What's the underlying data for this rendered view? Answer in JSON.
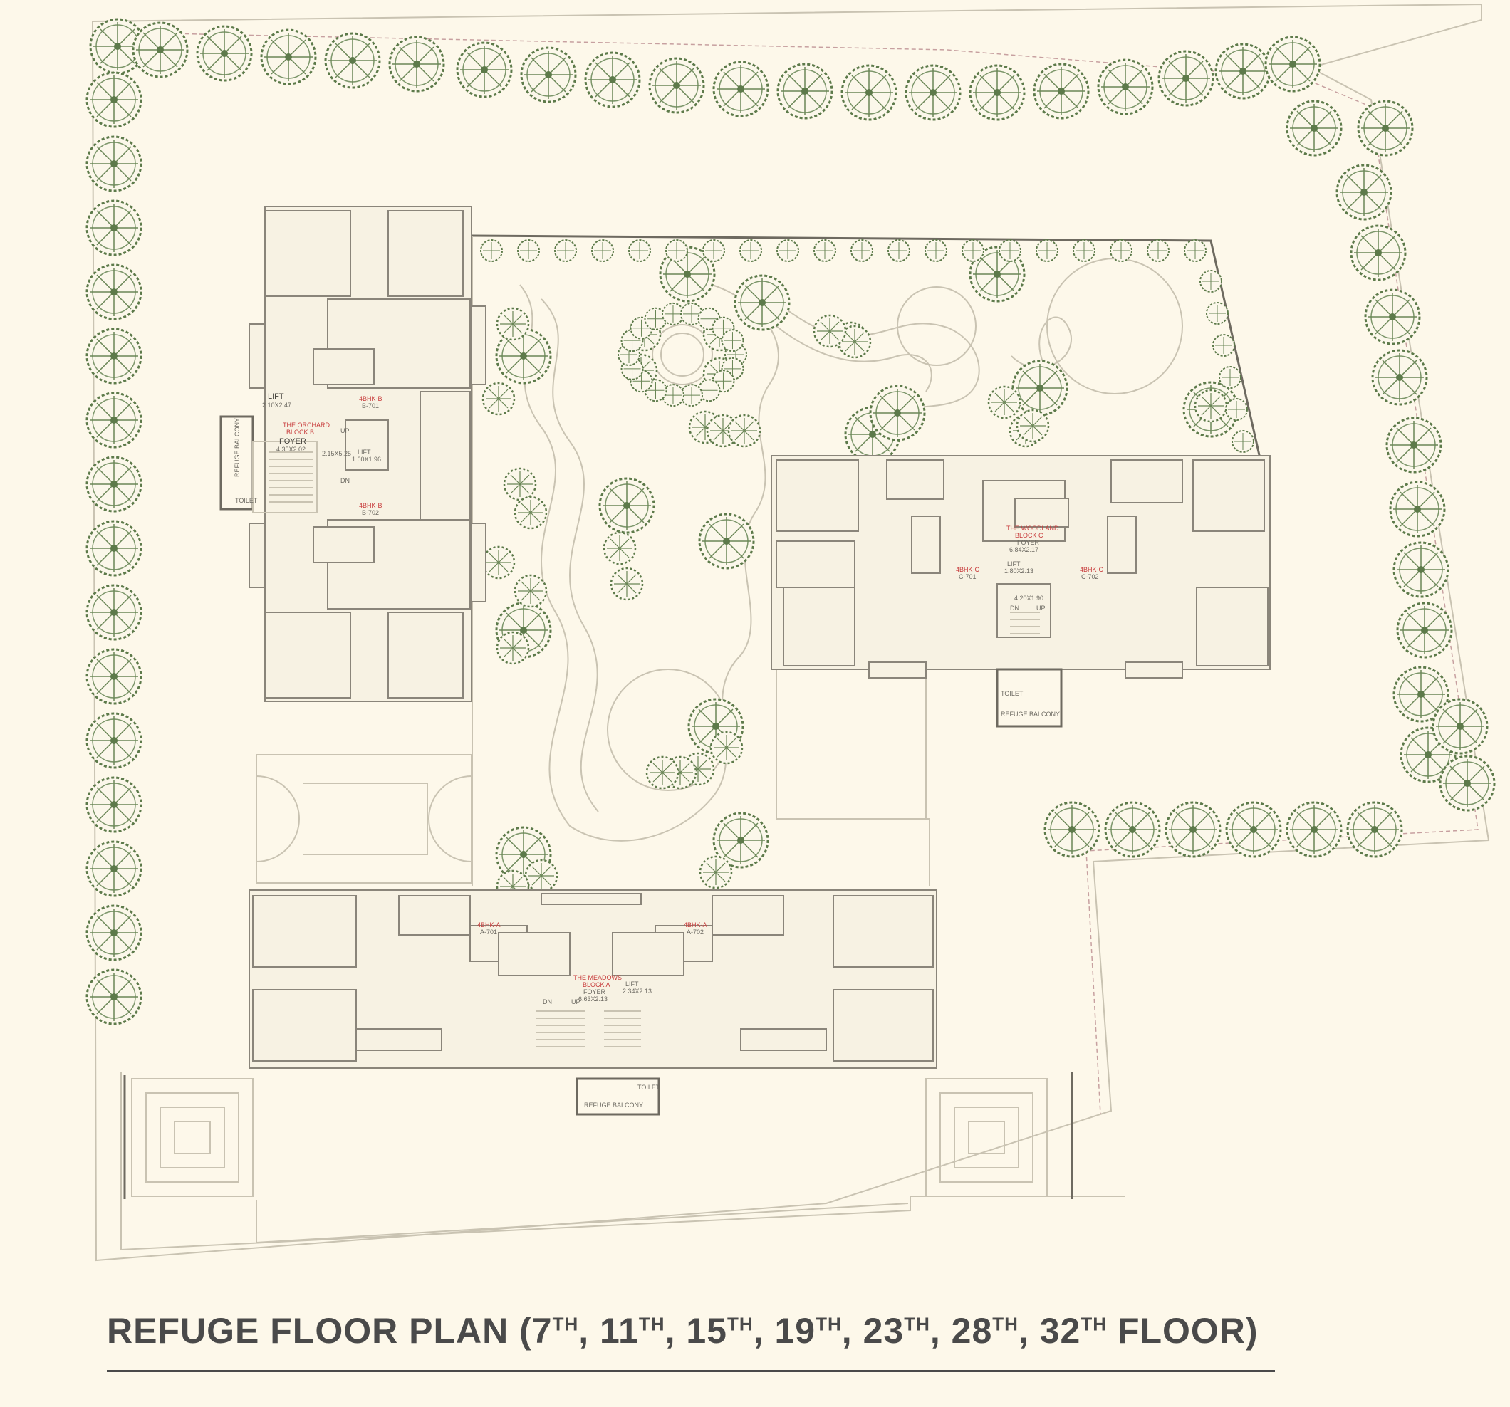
{
  "title": {
    "prefix": "REFUGE FLOOR PLAN (",
    "floors": [
      {
        "num": "7",
        "sup": "TH"
      },
      {
        "num": "11",
        "sup": "TH"
      },
      {
        "num": "15",
        "sup": "TH"
      },
      {
        "num": "19",
        "sup": "TH"
      },
      {
        "num": "23",
        "sup": "TH"
      },
      {
        "num": "28",
        "sup": "TH"
      },
      {
        "num": "32",
        "sup": "TH"
      }
    ],
    "separator": ", ",
    "suffix": " FLOOR)"
  },
  "blocks": {
    "orchard": {
      "name": "THE ORCHARD",
      "block": "BLOCK B",
      "foyer": "FOYER",
      "foyer_size": "4.35X2.02",
      "lift": "LIFT",
      "lift_size": "2.10X2.47",
      "lift2": "LIFT",
      "lift2_size": "1.60X1.96",
      "lobby_size": "2.15X5.25",
      "unit1_type": "4BHK-B",
      "unit1_no": "B-701",
      "unit2_type": "4BHK-B",
      "unit2_no": "B-702",
      "refuge": "REFUGE BALCONY",
      "toilet": "TOILET",
      "dn": "DN",
      "up": "UP"
    },
    "woodland": {
      "name": "THE WOODLAND",
      "block": "BLOCK C",
      "foyer": "FOYER",
      "foyer_size": "6.84X2.17",
      "lift": "LIFT",
      "lift_size": "1.80X2.13",
      "lobby_size": "4.20X1.90",
      "unit1_type": "4BHK-C",
      "unit1_no": "C-701",
      "unit2_type": "4BHK-C",
      "unit2_no": "C-702",
      "refuge": "REFUGE BALCONY",
      "toilet": "TOILET",
      "dn": "DN",
      "up": "UP"
    },
    "meadows": {
      "name": "THE MEADOWS",
      "block": "BLOCK A",
      "foyer": "FOYER",
      "foyer_size": "6.63X2.13",
      "lift": "LIFT",
      "lift_size": "2.34X2.13",
      "unit1_type": "4BHK-A",
      "unit1_no": "A-701",
      "unit2_type": "4BHK-A",
      "unit2_no": "A-702",
      "refuge": "REFUGE BALCONY",
      "toilet": "TOILET",
      "dn": "DN",
      "up": "UP"
    }
  },
  "colors": {
    "background": "#fdf8ea",
    "tree": "#5d7a4a",
    "accent_red": "#c83c3c",
    "title": "#4a4a4a"
  }
}
